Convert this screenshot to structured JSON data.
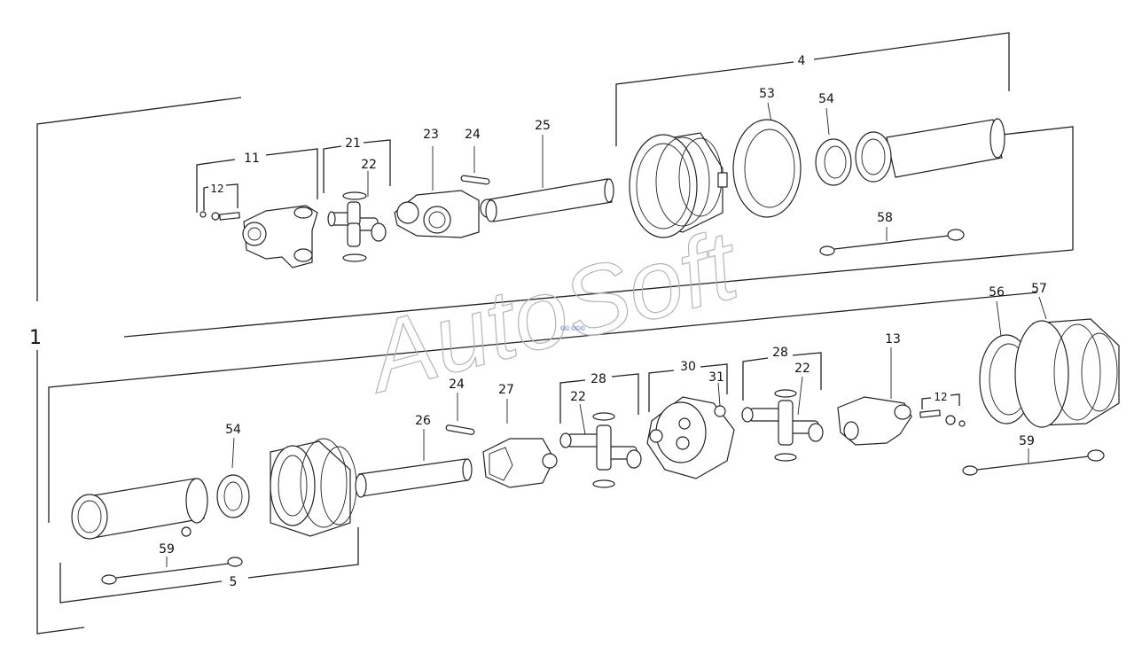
{
  "title_label": "1",
  "watermark": "AutoSoft",
  "watermark_small": "©© ©©©",
  "labels": {
    "l4": "4",
    "l5": "5",
    "l11": "11",
    "l12a": "12",
    "l12b": "12",
    "l13": "13",
    "l21": "21",
    "l22a": "22",
    "l22b": "22",
    "l22c": "22",
    "l23": "23",
    "l24a": "24",
    "l24b": "24",
    "l25": "25",
    "l26": "26",
    "l27": "27",
    "l28a": "28",
    "l28b": "28",
    "l30": "30",
    "l31": "31",
    "l53": "53",
    "l54a": "54",
    "l54b": "54",
    "l56": "56",
    "l57": "57",
    "l58": "58",
    "l59a": "59",
    "l59b": "59"
  },
  "colors": {
    "line": "#222222",
    "watermark": "#b5b5b5"
  }
}
